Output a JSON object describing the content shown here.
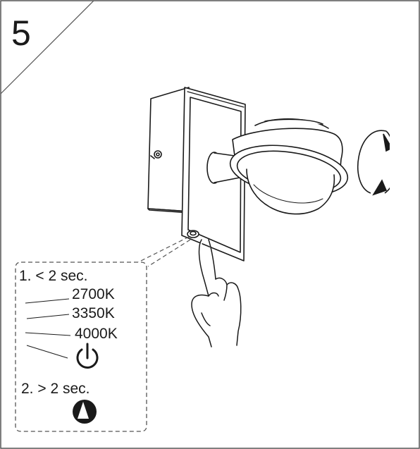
{
  "step": {
    "number": "5"
  },
  "callout": {
    "short_press": {
      "label": "1. < 2 sec.",
      "modes": [
        "2700K",
        "3350K",
        "4000K"
      ],
      "power_icon": "power-icon"
    },
    "long_press": {
      "label": "2. > 2 sec.",
      "dimming_icon": "dimming-icon"
    }
  },
  "colors": {
    "line": "#1a1a1a",
    "frame": "#555555",
    "background": "#ffffff"
  }
}
